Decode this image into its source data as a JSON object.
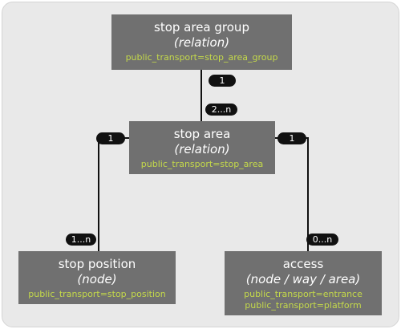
{
  "nodes": {
    "group": {
      "title": "stop area group",
      "sub": "(relation)",
      "tags": [
        "public_transport=stop_area_group"
      ]
    },
    "area": {
      "title": "stop area",
      "sub": "(relation)",
      "tags": [
        "public_transport=stop_area"
      ]
    },
    "position": {
      "title": "stop position",
      "sub": "(node)",
      "tags": [
        "public_transport=stop_position"
      ]
    },
    "access": {
      "title": "access",
      "sub": "(node / way / area)",
      "tags": [
        "public_transport=entrance",
        "public_transport=platform"
      ]
    }
  },
  "multiplicities": {
    "group_to_area_top": "1",
    "group_to_area_bottom": "2...n",
    "area_left": "1",
    "area_right": "1",
    "position_end": "1...n",
    "access_end": "0...n"
  },
  "colors": {
    "panel": "#e9e9e9",
    "box": "#707070",
    "tag": "#c4d94a",
    "pill": "#111111",
    "line": "#111111"
  }
}
